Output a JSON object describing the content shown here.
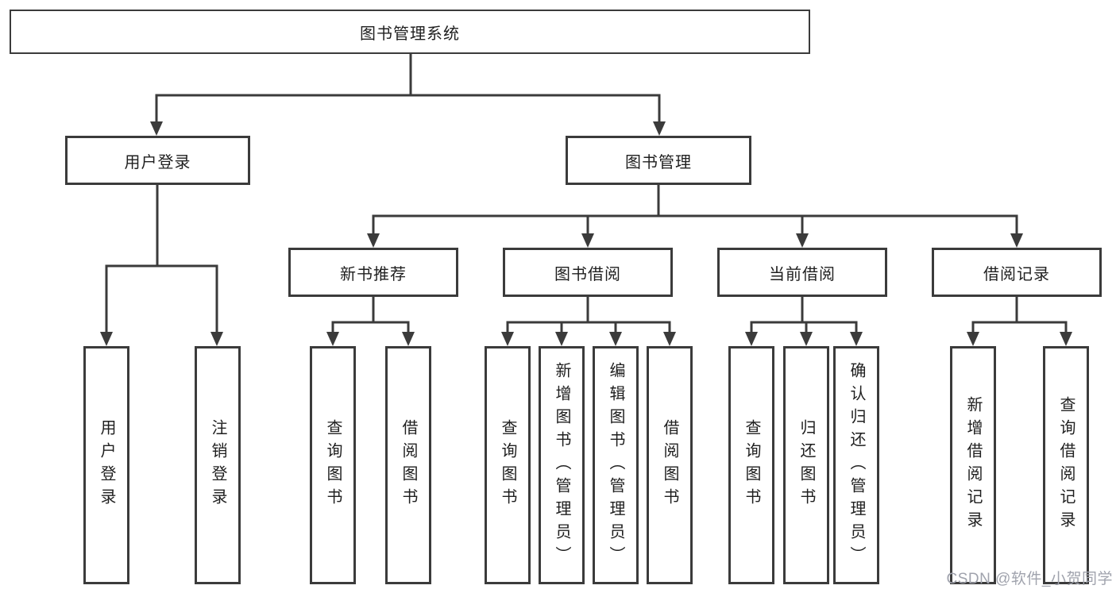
{
  "diagram": {
    "root": {
      "label": "图书管理系统"
    },
    "branches": [
      {
        "label": "用户登录",
        "children": [
          {
            "label": "用户登录"
          },
          {
            "label": "注销登录"
          }
        ]
      },
      {
        "label": "图书管理",
        "sections": [
          {
            "label": "新书推荐",
            "children": [
              {
                "label": "查询图书"
              },
              {
                "label": "借阅图书"
              }
            ]
          },
          {
            "label": "图书借阅",
            "children": [
              {
                "label": "查询图书"
              },
              {
                "label": "新增图书（管理员）"
              },
              {
                "label": "编辑图书（管理员）"
              },
              {
                "label": "借阅图书"
              }
            ]
          },
          {
            "label": "当前借阅",
            "children": [
              {
                "label": "查询图书"
              },
              {
                "label": "归还图书"
              },
              {
                "label": "确认归还（管理员）"
              }
            ]
          },
          {
            "label": "借阅记录",
            "children": [
              {
                "label": "新增借阅记录"
              },
              {
                "label": "查询借阅记录"
              }
            ]
          }
        ]
      }
    ]
  },
  "watermark": {
    "text": "CSDN @软件_小贺同学",
    "color": "#a0a3ad"
  },
  "colors": {
    "line": "#3b3b3b",
    "text": "#1f1f1f",
    "background": "#ffffff"
  }
}
